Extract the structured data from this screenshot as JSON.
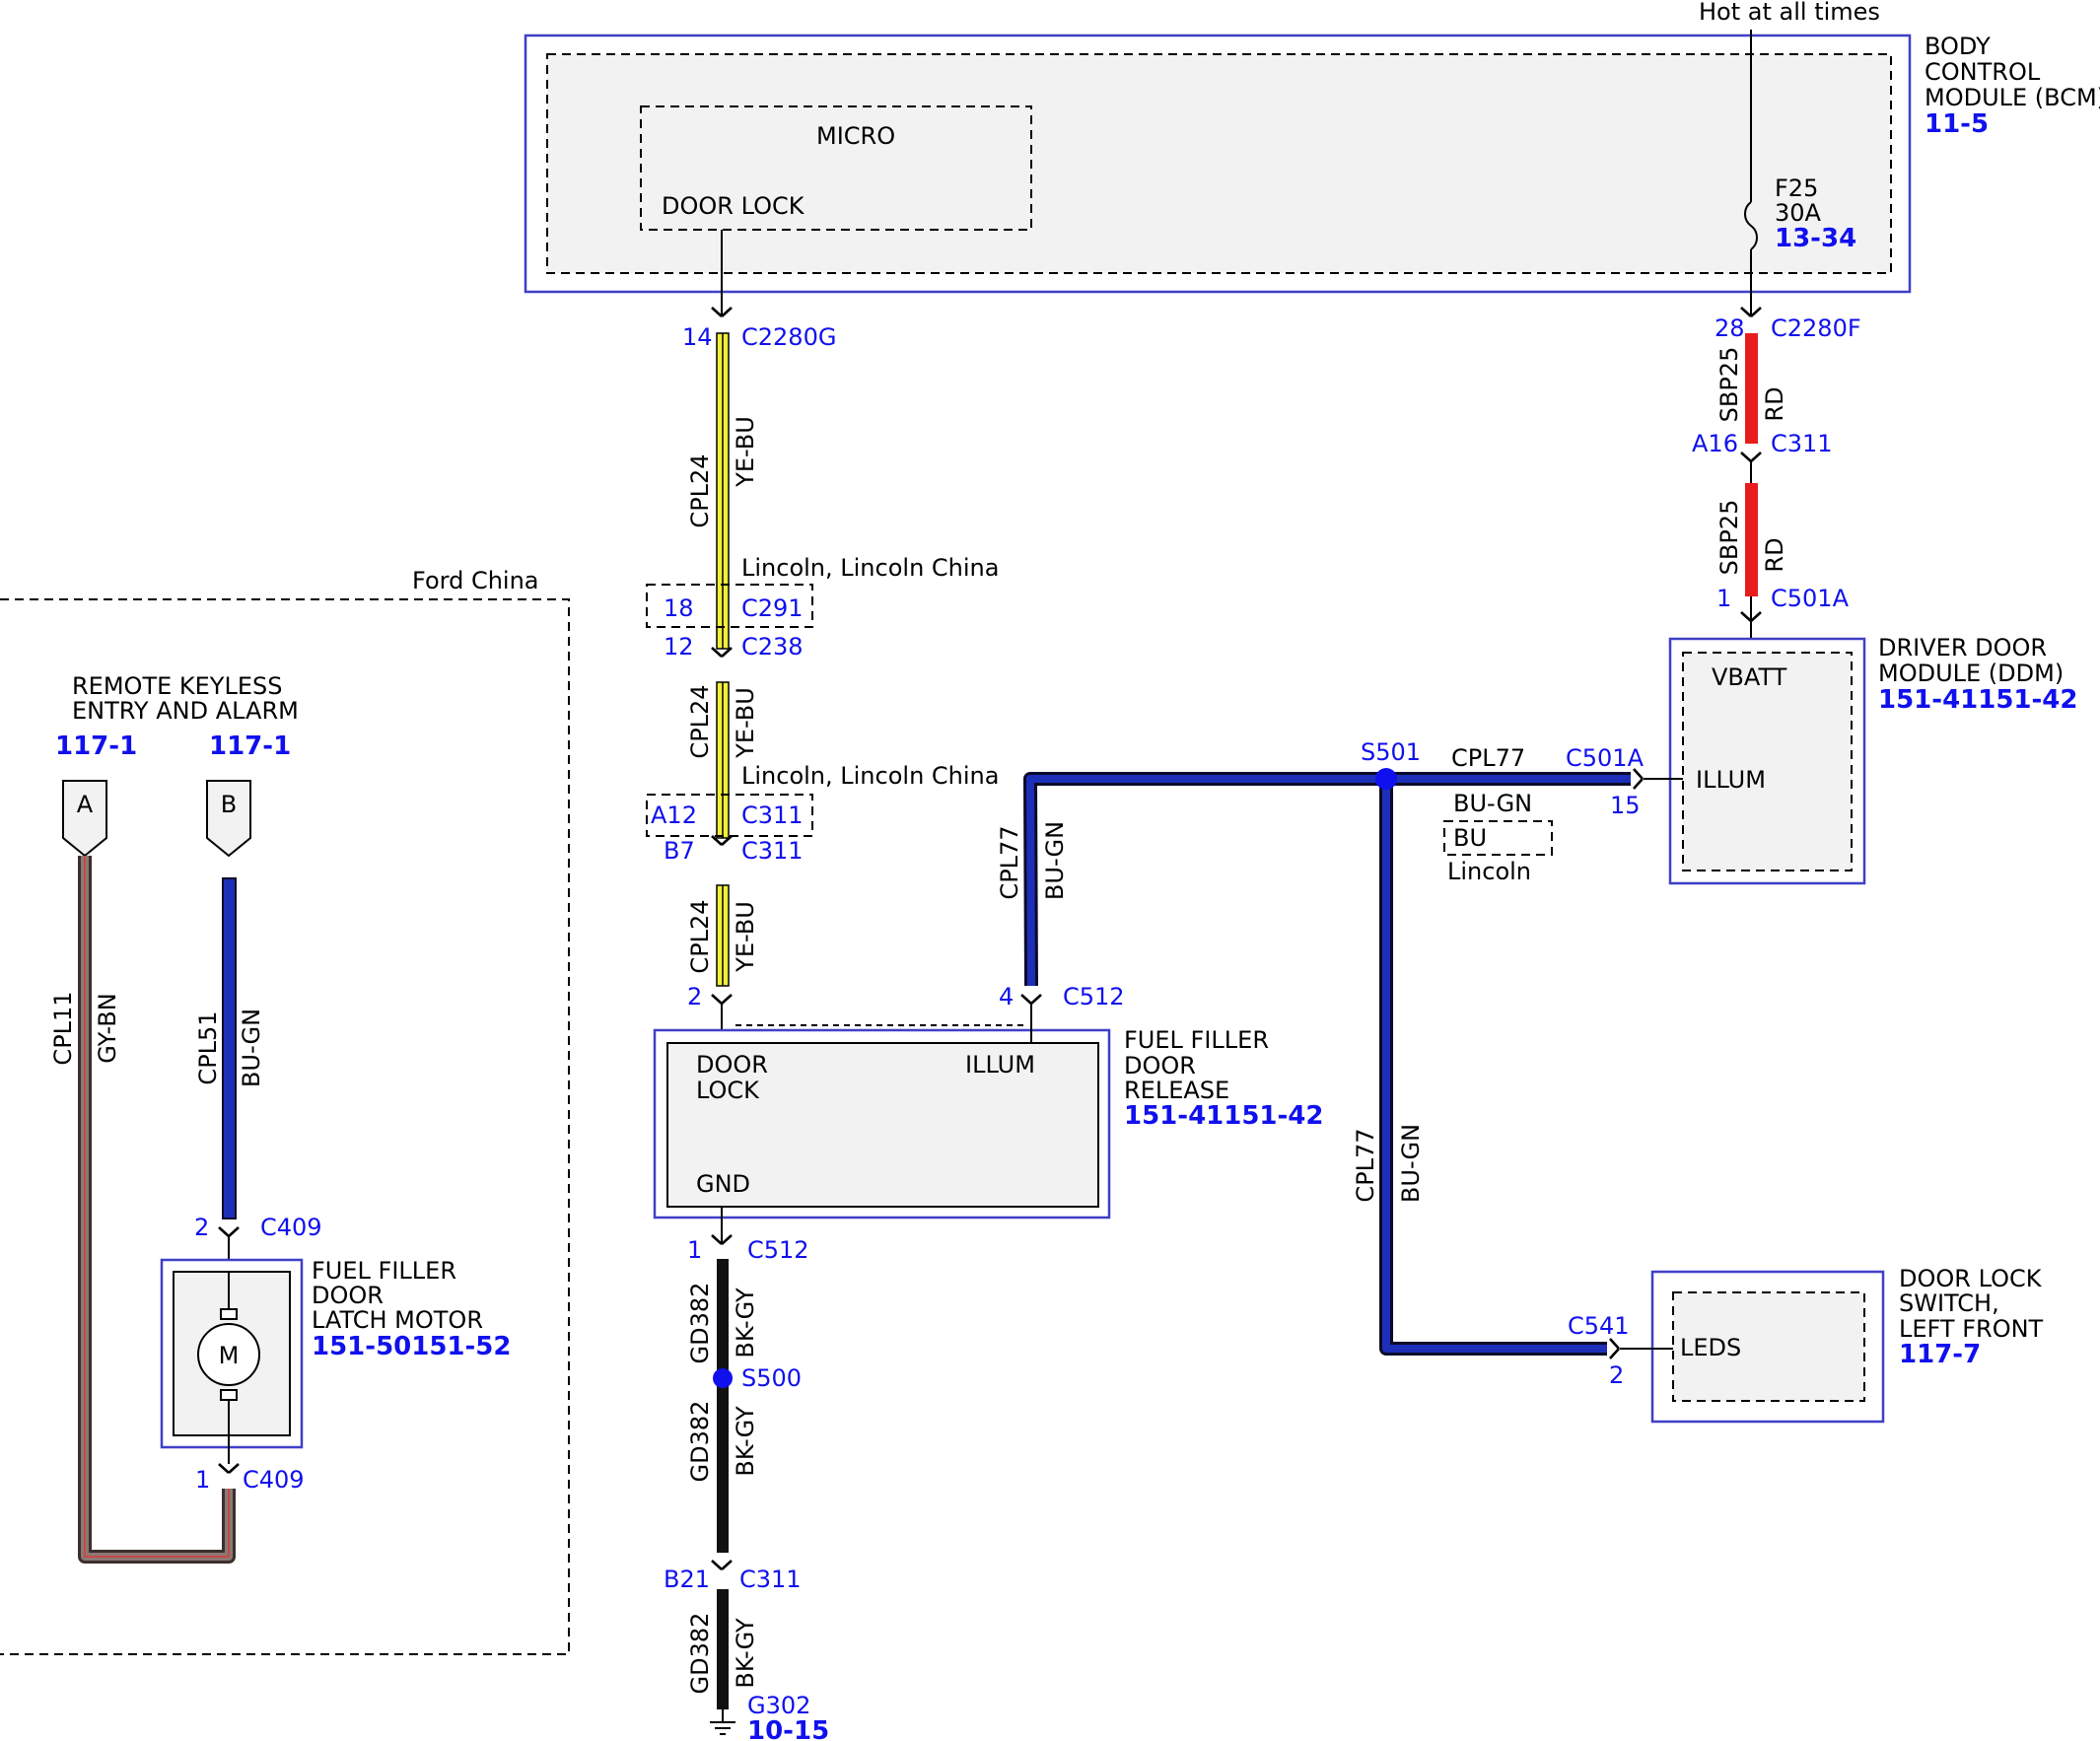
{
  "colors": {
    "link": "#1010ee",
    "module_border": "#3f3fc8",
    "wire_yellow": "#f2ee3c",
    "wire_red": "#e81c1c",
    "wire_blue": "#1d2fb8",
    "wire_gray_brown": "#7a6a66",
    "wire_black": "#111111"
  },
  "hot_label": "Hot at all times",
  "bcm": {
    "name_line1": "BODY",
    "name_line2": "CONTROL",
    "name_line3": "MODULE (BCM)",
    "ref": "11-5",
    "micro": "MICRO",
    "door_lock": "DOOR LOCK",
    "fuse_name": "F25",
    "fuse_rating": "30A",
    "fuse_ref": "13-34"
  },
  "ford_china": {
    "label": "Ford China",
    "rke_line1": "REMOTE KEYLESS",
    "rke_line2": "ENTRY AND ALARM",
    "ref_a": "117-1",
    "ref_b": "117-1",
    "flag_a": "A",
    "flag_b": "B",
    "wire_a_circuit": "CPL11",
    "wire_a_color": "GY-BN",
    "wire_b_circuit": "CPL51",
    "wire_b_color": "BU-GN",
    "pin_top": "2",
    "pin_bottom": "1",
    "conn_top": "C409",
    "conn_bottom": "C409",
    "motor_symbol": "M",
    "motor_line1": "FUEL FILLER",
    "motor_line2": "DOOR",
    "motor_line3": "LATCH MOTOR",
    "motor_ref": "151-50151-52"
  },
  "door_lock_circuit": {
    "pin_c2280g": "14",
    "conn_c2280g": "C2280G",
    "circuit": "CPL24",
    "color": "YE-BU",
    "lincoln_note_1": "Lincoln, Lincoln China",
    "pin_c291": "18",
    "conn_c291": "C291",
    "pin_c238": "12",
    "conn_c238": "C238",
    "lincoln_note_2": "Lincoln, Lincoln China",
    "pin_c311a": "A12",
    "conn_c311a": "C311",
    "pin_c311b": "B7",
    "conn_c311b": "C311",
    "pin_ffd": "2"
  },
  "ffd_release": {
    "name_line1": "FUEL FILLER",
    "name_line2": "DOOR",
    "name_line3": "RELEASE",
    "ref": "151-41151-42",
    "door_label_1": "DOOR",
    "door_label_2": "LOCK",
    "illum": "ILLUM",
    "gnd": "GND",
    "illum_pin": "4",
    "illum_conn": "C512",
    "gnd_pin": "1",
    "gnd_conn": "C512"
  },
  "ground_circuit": {
    "circuit": "GD382",
    "color": "BK-GY",
    "splice": "S500",
    "pin_c311": "B21",
    "conn_c311": "C311",
    "ground": "G302",
    "ground_ref": "10-15"
  },
  "power_circuit": {
    "pin_c2280f": "28",
    "conn_c2280f": "C2280F",
    "circuit": "SBP25",
    "color": "RD",
    "pin_c311": "A16",
    "conn_c311": "C311",
    "pin_c501a": "1",
    "conn_c501a": "C501A"
  },
  "ddm": {
    "name_line1": "DRIVER DOOR",
    "name_line2": "MODULE (DDM)",
    "ref": "151-41151-42",
    "vbatt": "VBATT",
    "illum": "ILLUM",
    "illum_pin": "15",
    "illum_conn": "C501A"
  },
  "illum_circuit": {
    "splice": "S501",
    "circuit": "CPL77",
    "color": "BU-GN",
    "alt_color": "BU",
    "alt_note": "Lincoln",
    "vert_circuit": "CPL77",
    "vert_color": "BU-GN",
    "drop_circuit": "CPL77",
    "drop_color": "BU-GN"
  },
  "dls": {
    "name_line1": "DOOR LOCK",
    "name_line2": "SWITCH,",
    "name_line3": "LEFT FRONT",
    "ref": "117-7",
    "leds": "LEDS",
    "pin": "2",
    "conn": "C541"
  }
}
